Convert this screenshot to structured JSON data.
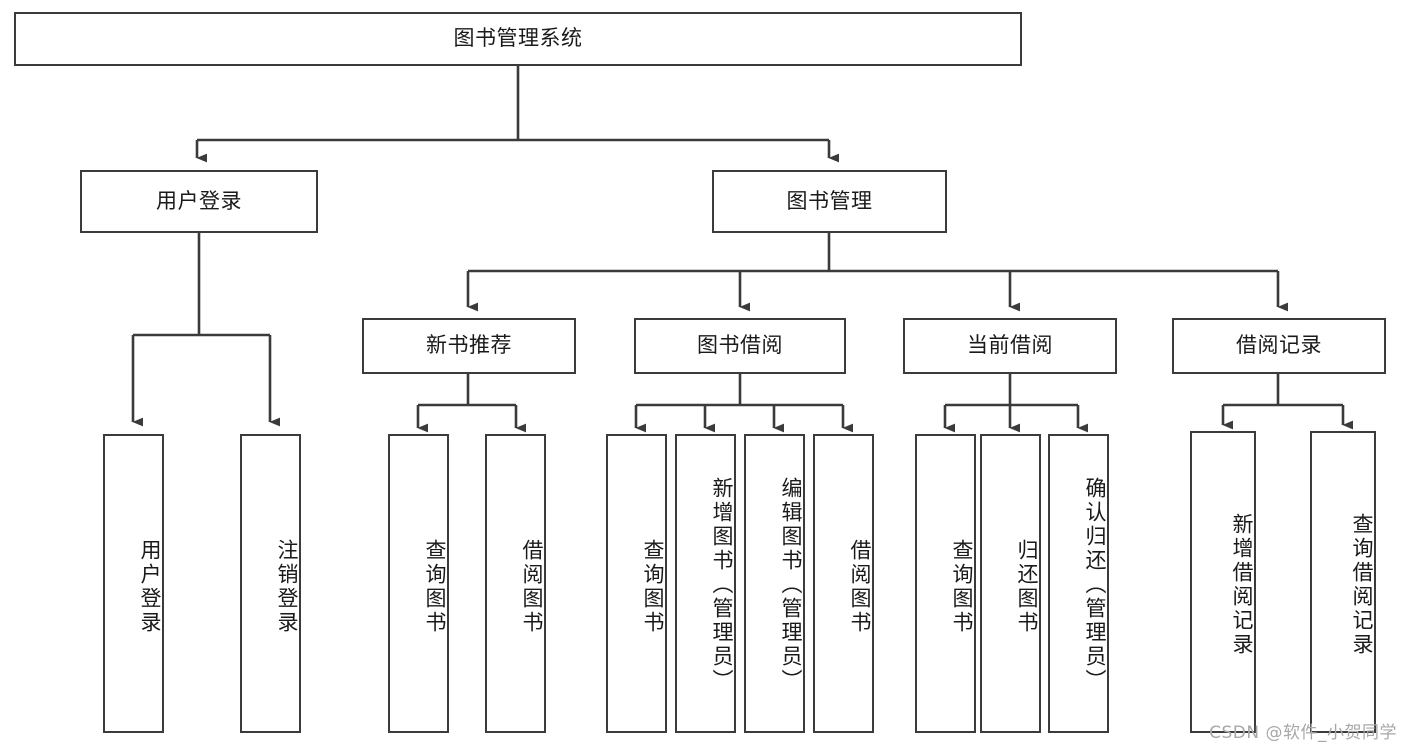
{
  "diagram": {
    "type": "tree-hierarchy-flowchart",
    "title": "图书管理系统",
    "line_color": "#3b3b3b",
    "box_fill": "#ffffff",
    "text_color": "#1a1a1a",
    "root": {
      "label": "图书管理系统"
    },
    "level1": [
      {
        "label": "用户登录"
      },
      {
        "label": "图书管理"
      }
    ],
    "level2": [
      {
        "label": "新书推荐"
      },
      {
        "label": "图书借阅"
      },
      {
        "label": "当前借阅"
      },
      {
        "label": "借阅记录"
      }
    ],
    "leaves": {
      "user_login": [
        {
          "label": "用户登录"
        },
        {
          "label": "注销登录"
        }
      ],
      "new_book_recommend": [
        {
          "label": "查询图书"
        },
        {
          "label": "借阅图书"
        }
      ],
      "book_borrow": [
        {
          "label": "查询图书"
        },
        {
          "label": "新增图书（管理员）"
        },
        {
          "label": "编辑图书（管理员）"
        },
        {
          "label": "借阅图书"
        }
      ],
      "current_borrow": [
        {
          "label": "查询图书"
        },
        {
          "label": "归还图书"
        },
        {
          "label": "确认归还（管理员）"
        }
      ],
      "borrow_record": [
        {
          "label": "新增借阅记录"
        },
        {
          "label": "查询借阅记录"
        }
      ]
    }
  },
  "watermark": {
    "text": "CSDN @软件_小贺同学",
    "color": "#a8a8a8"
  }
}
